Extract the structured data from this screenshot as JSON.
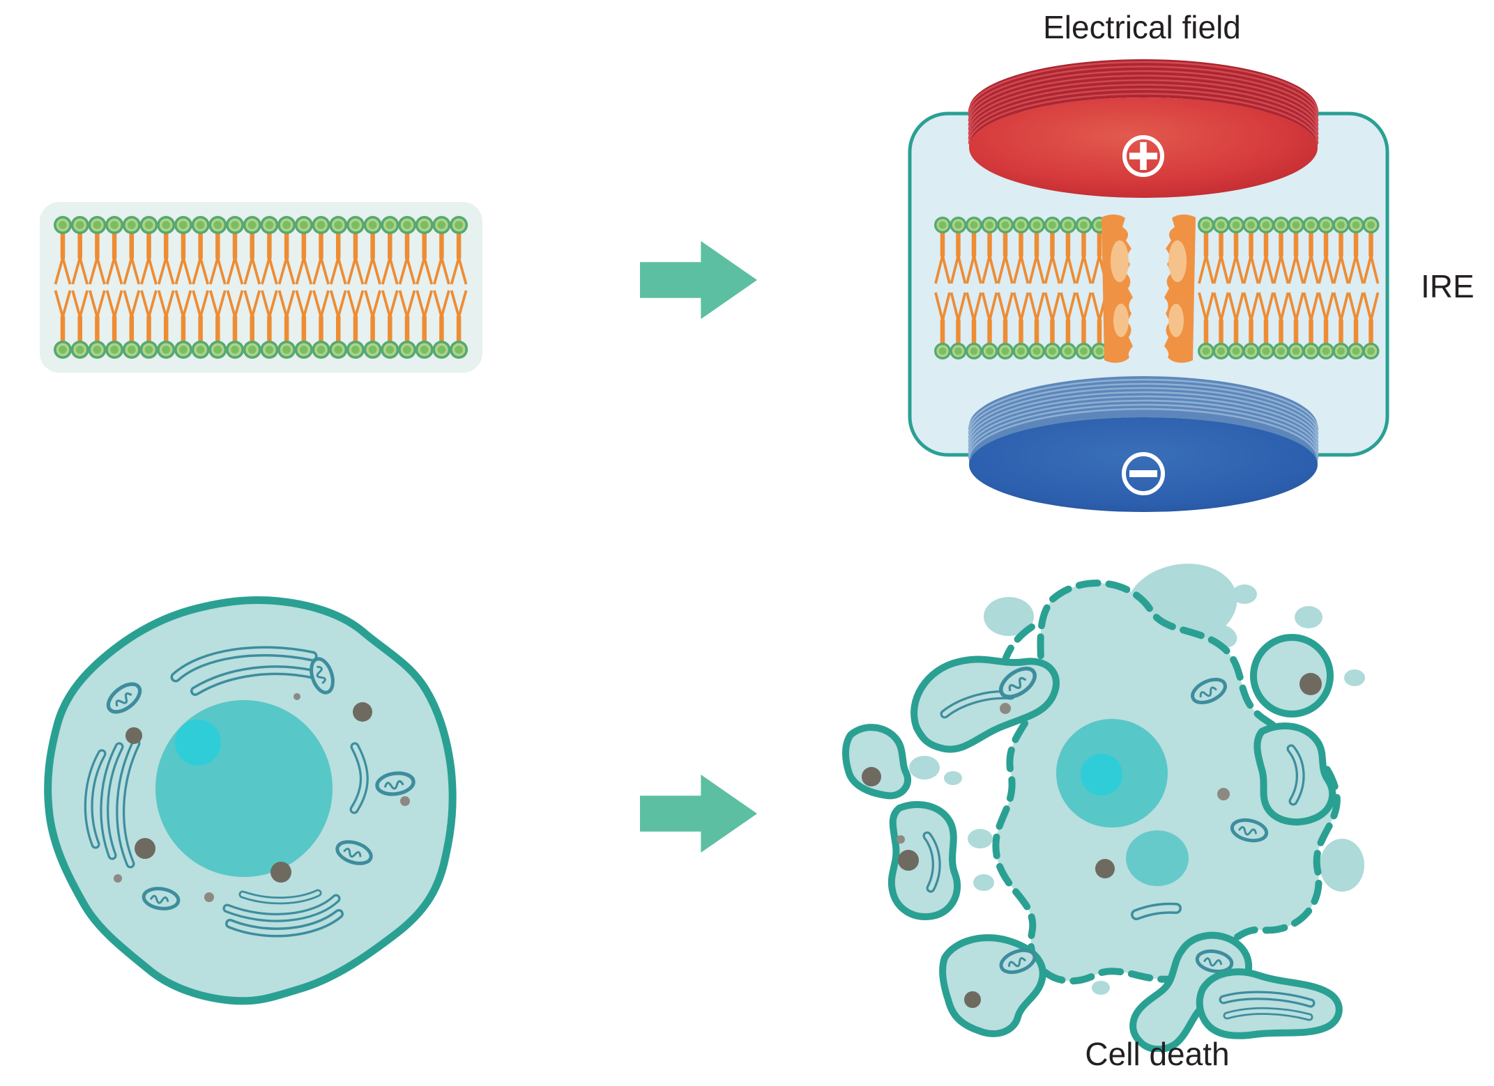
{
  "labels": {
    "electrical_field": "Electrical field",
    "ire": "IRE",
    "cell_death": "Cell death"
  },
  "electrodes": {
    "positive": {
      "symbol": "+",
      "polarity": "positive",
      "color": "#c92f34"
    },
    "negative": {
      "symbol": "−",
      "polarity": "negative",
      "color": "#2a5caa"
    }
  },
  "membrane": {
    "intact_lipid_count": 24,
    "pore_left_lipid_count": 11,
    "pore_right_lipid_count": 12
  },
  "colors": {
    "teal_outline": "#2aa093",
    "cell_fill": "#b9dfde",
    "nucleus": "#58c7c7",
    "nucleolus": "#2fcdd8",
    "lipid_head": "#7dbd5f",
    "lipid_tail": "#ee8c33",
    "arrow": "#5cbfa1",
    "panel_membrane_bg": "#e6f1f0",
    "panel_chamber_bg": "#dcedf4",
    "text": "#231f20"
  }
}
